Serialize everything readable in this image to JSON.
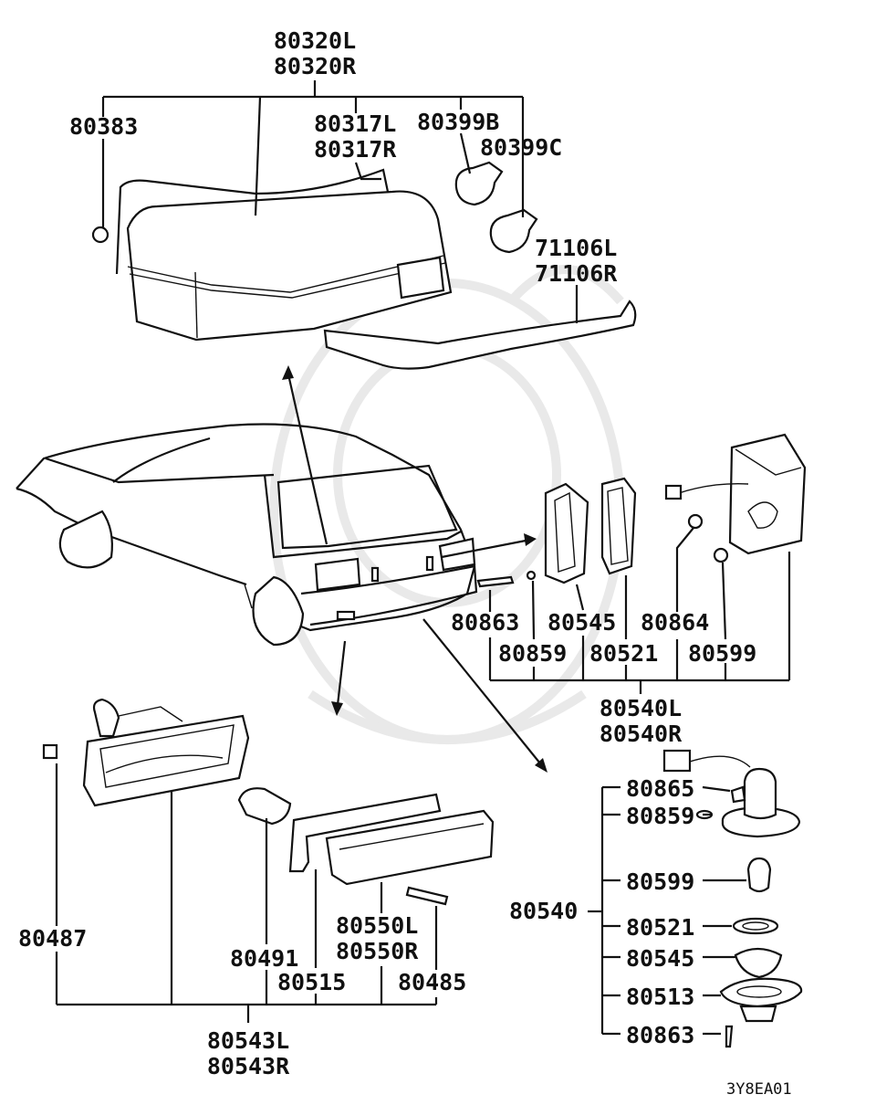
{
  "diagram": {
    "drawing_code": "3Y8EA01",
    "groups": {
      "rear_combination_lamp": [
        "80320L",
        "80320R"
      ],
      "license_lamp_assy": [
        "80540L",
        "80540R"
      ],
      "rear_lamp_assy": [
        "80543L",
        "80543R"
      ],
      "license_lamp_detail": "80540"
    },
    "labels": {
      "p80383": "80383",
      "p80317l": "80317L",
      "p80317r": "80317R",
      "p80399b": "80399B",
      "p80399c": "80399C",
      "p71106l": "71106L",
      "p71106r": "71106R",
      "p80863a": "80863",
      "p80545a": "80545",
      "p80864": "80864",
      "p80859a": "80859",
      "p80521a": "80521",
      "p80599a": "80599",
      "p80487": "80487",
      "p80491": "80491",
      "p80515": "80515",
      "p80550l": "80550L",
      "p80550r": "80550R",
      "p80485": "80485",
      "p80865": "80865",
      "p80859b": "80859",
      "p80599b": "80599",
      "p80521b": "80521",
      "p80545b": "80545",
      "p80513": "80513",
      "p80863b": "80863"
    }
  }
}
